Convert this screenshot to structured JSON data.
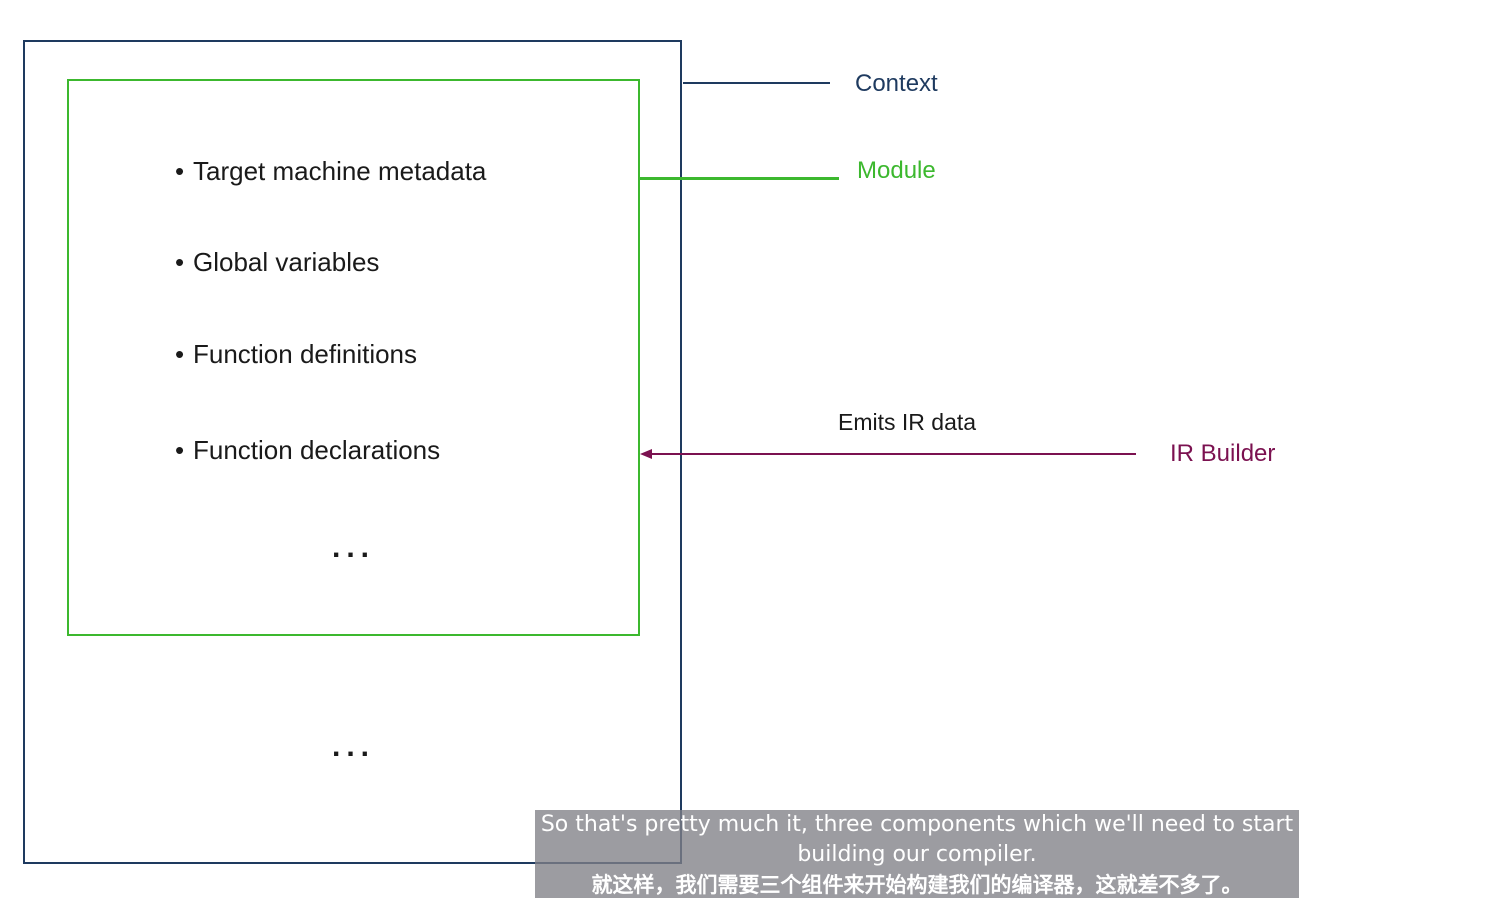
{
  "diagram": {
    "context_label": "Context",
    "module_label": "Module",
    "ir_builder_label": "IR Builder",
    "emits_label": "Emits IR data",
    "bullet_marker": "•",
    "module_items": [
      "Target machine metadata",
      "Global variables",
      "Function definitions",
      "Function declarations"
    ],
    "module_ellipsis": "...",
    "context_ellipsis": "...",
    "colors": {
      "context": "#1e3a5f",
      "module": "#3cb82e",
      "ir_builder": "#7b1150"
    }
  },
  "subtitle": {
    "line1": "So that's pretty much it, three components which we'll need to start",
    "line2": "building our compiler.",
    "line3": "就这样，我们需要三个组件来开始构建我们的编译器，这就差不多了。"
  }
}
